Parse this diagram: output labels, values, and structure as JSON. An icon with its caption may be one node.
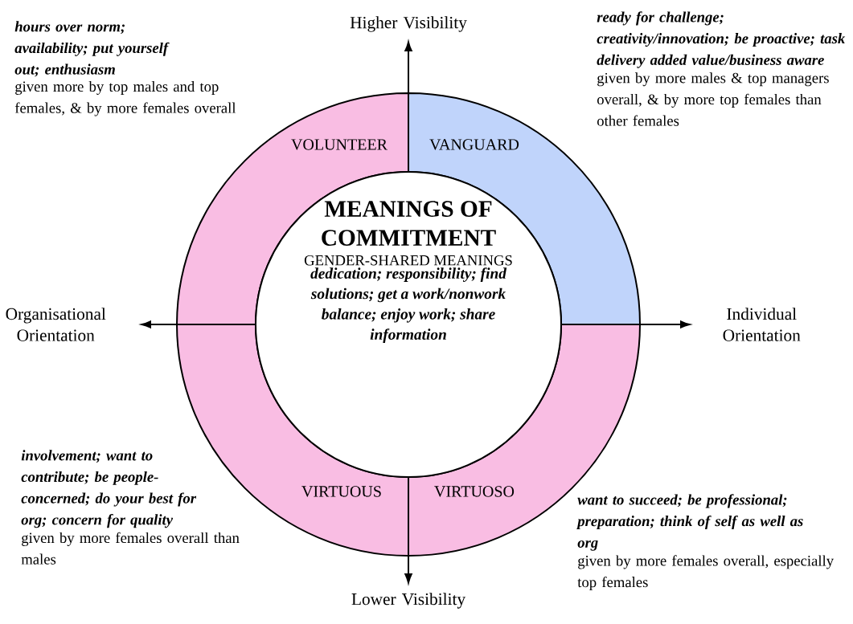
{
  "diagram": {
    "nodes": [
      {
        "text": [
          "VOLUNTEER"
        ],
        "beside": [
          "hours over norm; availability; put yourself out; enthusiasm",
          "given more by top males and top females, & by more females overall"
        ]
      },
      {
        "text": [
          "VANGUARD"
        ],
        "beside": [
          "ready for challenge; creativity/innovation; be proactive; task delivery added value/business aware",
          "given by more males & top managers overall, & by more top females than other females"
        ]
      },
      {
        "text": [
          "MEANINGS OF COMMITMENT",
          "GENDER-SHARED MEANINGS",
          "dedication; responsibility; find solutions; get a work/nonwork balance; enjoy work; share information"
        ]
      },
      {
        "text": [
          "VIRTUOUS"
        ],
        "beside": [
          "involvement; want to contribute; be people-concerned; do your best for org; concern for quality",
          "given by more females overall than males"
        ]
      },
      {
        "text": [
          "VIRTUOSO"
        ],
        "beside": [
          "want to succeed; be professional; preparation; think of self as well as org",
          "given by more females overall, especially top females"
        ]
      }
    ],
    "labels": [
      "Higher Visibility",
      "Organisational Orientation",
      "Individual Orientation",
      "Lower Visibility"
    ]
  }
}
